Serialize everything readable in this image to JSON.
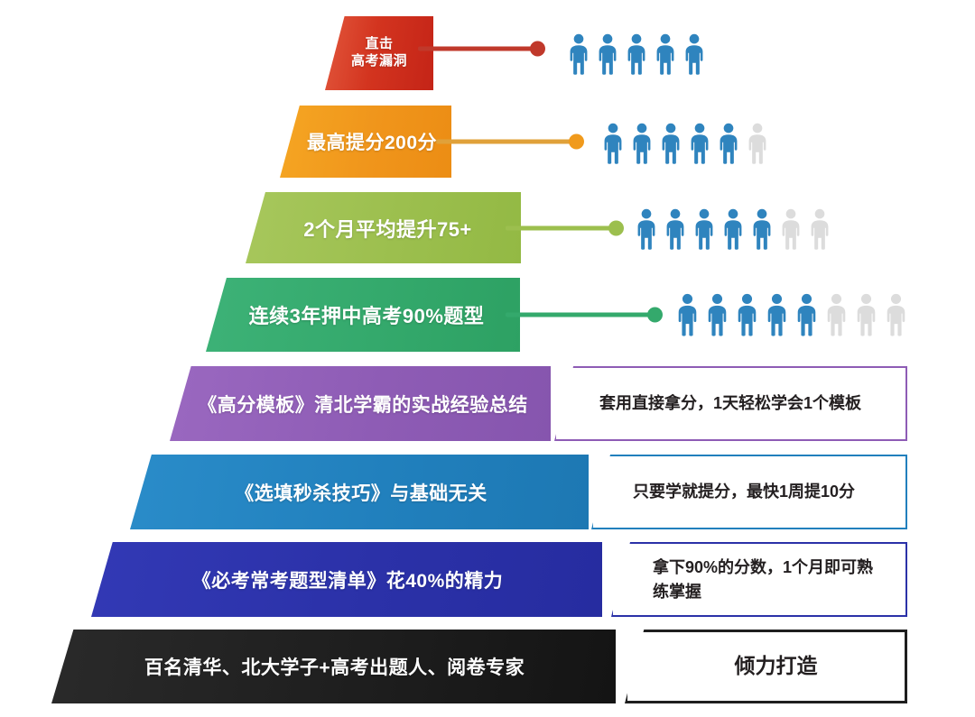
{
  "meta": {
    "title": "高考提分金字塔信息图",
    "background": "#ffffff"
  },
  "palette": {
    "red": "#cf2a1d",
    "red_light": "#e2573c",
    "orange": "#f29a1d",
    "orange_light": "#f5a623",
    "yellow_green": "#9cbf4e",
    "green": "#34a96c",
    "purple": "#8e5cb5",
    "blue": "#2180bd",
    "navy": "#2b31a8",
    "black": "#1e1e1e",
    "person_blue": "#2f84be",
    "person_gray": "#dcdcdc",
    "text_dark": "#231f20",
    "text_light": "#ffffff"
  },
  "pyramid": {
    "levels": [
      {
        "id": "level-1",
        "label": "直击\n高考漏洞",
        "label_lines": [
          "直击",
          "高考漏洞"
        ],
        "color": "#cf2a1d",
        "connector_color": "#c0392b",
        "people": {
          "filled": 5,
          "empty": 0,
          "total": 5
        }
      },
      {
        "id": "level-2",
        "label": "最高提分200分",
        "label_lines": [
          "最高提分200分"
        ],
        "color": "#f29a1d",
        "connector_color": "#e0a13a",
        "people": {
          "filled": 5,
          "empty": 1,
          "total": 6
        }
      },
      {
        "id": "level-3",
        "label": "2个月平均提升75+",
        "label_lines": [
          "2个月平均提升75+"
        ],
        "color": "#9cbf4e",
        "connector_color": "#9cbf4e",
        "people": {
          "filled": 5,
          "empty": 2,
          "total": 7
        }
      },
      {
        "id": "level-4",
        "label": "连续3年押中高考90%题型",
        "label_lines": [
          "连续3年押中高考90%题型"
        ],
        "color": "#34a96c",
        "connector_color": "#34a96c",
        "people": {
          "filled": 5,
          "empty": 3,
          "total": 8
        }
      },
      {
        "id": "level-5",
        "label": "《高分模板》清北学霸的实战经验总结",
        "label_lines": [
          "《高分模板》清北学霸的实战经验总结"
        ],
        "color": "#8e5cb5",
        "callout": {
          "text": "套用直接拿分，1天轻松学会1个模板",
          "border_color": "#8e5cb5"
        }
      },
      {
        "id": "level-6",
        "label": "《选填秒杀技巧》与基础无关",
        "label_lines": [
          "《选填秒杀技巧》与基础无关"
        ],
        "color": "#2180bd",
        "callout": {
          "text": "只要学就提分，最快1周提10分",
          "border_color": "#2180bd"
        }
      },
      {
        "id": "level-7",
        "label": "《必考常考题型清单》花40%的精力",
        "label_lines": [
          "《必考常考题型清单》花40%的精力"
        ],
        "color": "#2b31a8",
        "callout": {
          "text": "拿下90%的分数，1个月即可熟练掌握",
          "border_color": "#2b31a8"
        }
      },
      {
        "id": "level-8",
        "label": "百名清华、北大学子+高考出题人、阅卷专家",
        "label_lines": [
          "百名清华、北大学子+高考出题人、阅卷专家"
        ],
        "color": "#1e1e1e",
        "callout": {
          "text": "倾力打造",
          "border_color": "#1e1e1e"
        }
      }
    ]
  },
  "icons": {
    "person": "person-icon",
    "connector_dot": "connector-dot-icon"
  }
}
